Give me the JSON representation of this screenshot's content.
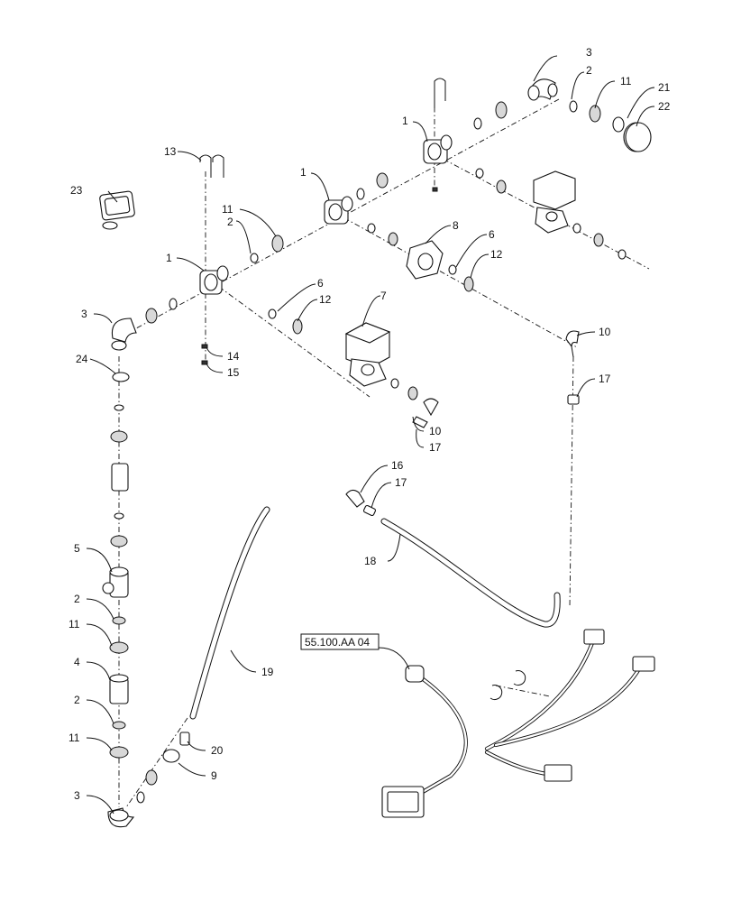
{
  "callouts": {
    "c1a": "1",
    "c1b": "1",
    "c1c": "1",
    "c2a": "2",
    "c2b": "2",
    "c2c": "2",
    "c2d": "2",
    "c3a": "3",
    "c3b": "3",
    "c3c": "3",
    "c4": "4",
    "c5": "5",
    "c6a": "6",
    "c6b": "6",
    "c7": "7",
    "c8": "8",
    "c9": "9",
    "c10a": "10",
    "c10b": "10",
    "c11a": "11",
    "c11b": "11",
    "c11c": "11",
    "c11d": "11",
    "c12a": "12",
    "c12b": "12",
    "c13": "13",
    "c14": "14",
    "c15": "15",
    "c16": "16",
    "c17a": "17",
    "c17b": "17",
    "c17c": "17",
    "c18": "18",
    "c19": "19",
    "c20": "20",
    "c21": "21",
    "c22": "22",
    "c23": "23",
    "c24": "24"
  },
  "reference": {
    "label": "55.100.AA 04"
  }
}
